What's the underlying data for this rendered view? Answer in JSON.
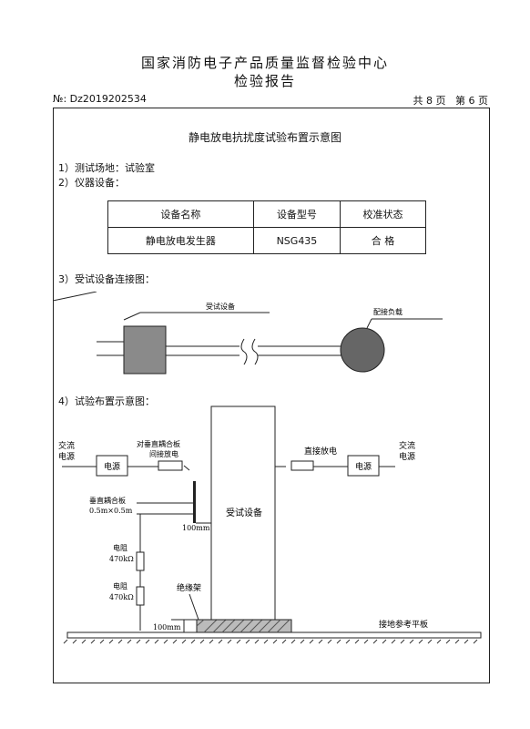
{
  "header": {
    "org": "国家消防电子产品质量监督检验中心",
    "doc": "检验报告",
    "report_no": "№: Dz2019202534",
    "pages": "共 8 页   第 6 页"
  },
  "figure_title": "静电放电抗扰度试验布置示意图",
  "sections": {
    "s1": "1）测试场地：试验室",
    "s2": "2）仪器设备：",
    "s3": "3）受试设备连接图：",
    "s4": "4）试验布置示意图："
  },
  "equipment_table": {
    "headers": [
      "设备名称",
      "设备型号",
      "校准状态"
    ],
    "rows": [
      [
        "静电放电发生器",
        "NSG435",
        "合   格"
      ]
    ]
  },
  "connection_diagram": {
    "eut_label": "受试设备",
    "load_label": "配接负载"
  },
  "layout_diagram": {
    "ac_source_left": [
      "交流",
      "电源"
    ],
    "power_left": "电源",
    "indirect_discharge": [
      "对垂直耦合板",
      "间接放电"
    ],
    "vertical_plate": [
      "垂直耦合板",
      "0.5m×0.5m"
    ],
    "dim_100mm_side": "100mm",
    "eut": "受试设备",
    "resistor1": [
      "电阻",
      "470kΩ"
    ],
    "resistor2": [
      "电阻",
      "470kΩ"
    ],
    "insulation_stand": "绝缘架",
    "dim_100mm_bottom": "100mm",
    "direct_discharge": "直接放电",
    "power_right": "电源",
    "ac_source_right": [
      "交流",
      "电源"
    ],
    "ground_plane": "接地参考平板"
  }
}
